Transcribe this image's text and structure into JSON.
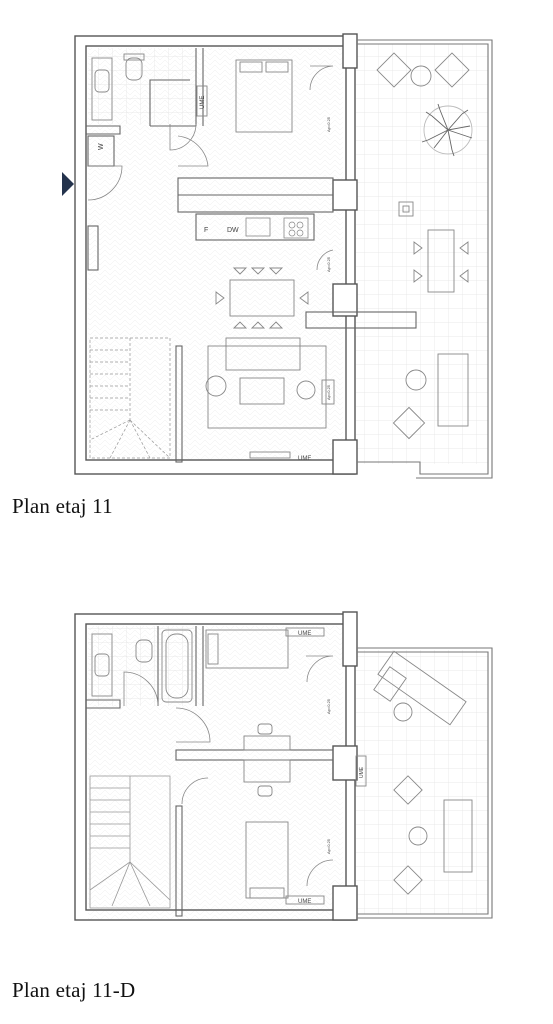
{
  "plan_upper": {
    "caption": "Plan etaj 11",
    "labels": {
      "washer": "W",
      "ume_closet": "UME",
      "fridge": "F",
      "dishwasher": "DW",
      "ume_window": "UME",
      "vent_1": "Ap=0.25",
      "vent_2": "Ap=0.25",
      "vent_3": "Ap=0.25"
    }
  },
  "plan_lower": {
    "caption": "Plan etaj 11-D",
    "labels": {
      "ume_top": "UME",
      "ume_bottom": "UME",
      "ume_terrace": "UME",
      "vent_1": "Ap=0.25",
      "vent_2": "Ap=0.25"
    }
  },
  "colors": {
    "wall": "#555555",
    "line": "#8a8a8a",
    "grid": "#e2e2e2",
    "entrance_marker": "#24334d"
  }
}
